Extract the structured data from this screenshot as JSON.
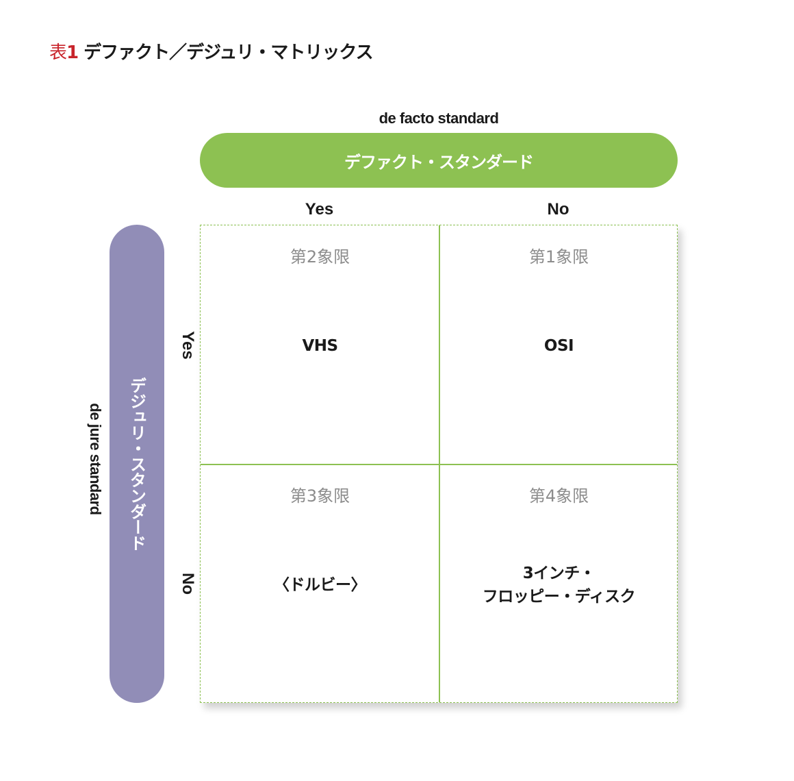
{
  "title": {
    "label": "表",
    "number": "1",
    "text": "デファクト／デジュリ・マトリックス"
  },
  "top_axis": {
    "english": "de facto standard",
    "japanese": "デファクト・スタンダード",
    "columns": [
      "Yes",
      "No"
    ]
  },
  "left_axis": {
    "english": "de jure standard",
    "japanese": "デジュリ・スタンダード",
    "rows": [
      "Yes",
      "No"
    ]
  },
  "cells": [
    {
      "quadrant": "第2象限",
      "lines": [
        "VHS"
      ]
    },
    {
      "quadrant": "第1象限",
      "lines": [
        "OSI"
      ]
    },
    {
      "quadrant": "第3象限",
      "lines": [
        "〈ドルビー〉"
      ]
    },
    {
      "quadrant": "第4象限",
      "lines": [
        "3インチ・",
        "フロッピー・ディスク"
      ]
    }
  ],
  "colors": {
    "green": "#8dc152",
    "purple": "#918db7",
    "title_red": "#c8242b",
    "quadrant_gray": "#8c8c8c"
  }
}
